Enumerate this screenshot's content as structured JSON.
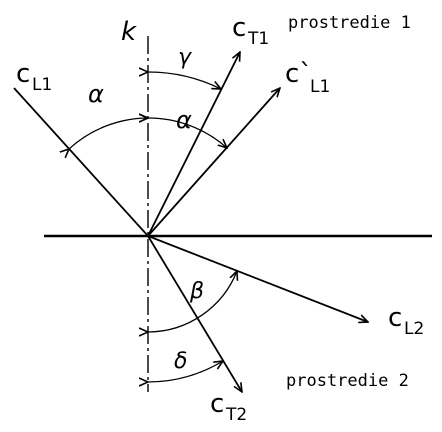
{
  "labels": {
    "axis": "k",
    "medium_top": "prostredie 1",
    "medium_bottom": "prostredie 2"
  },
  "vectors": {
    "cL1": {
      "main": "c",
      "sub": "L1"
    },
    "cT1": {
      "main": "c",
      "sub": "T1"
    },
    "cL1r": {
      "main": "c`",
      "sub": "L1"
    },
    "cL2": {
      "main": "c",
      "sub": "L2"
    },
    "cT2": {
      "main": "c",
      "sub": "T2"
    }
  },
  "angles": {
    "alpha_incident": "α",
    "gamma": "γ",
    "alpha_reflected": "α",
    "beta": "β",
    "delta": "δ"
  }
}
